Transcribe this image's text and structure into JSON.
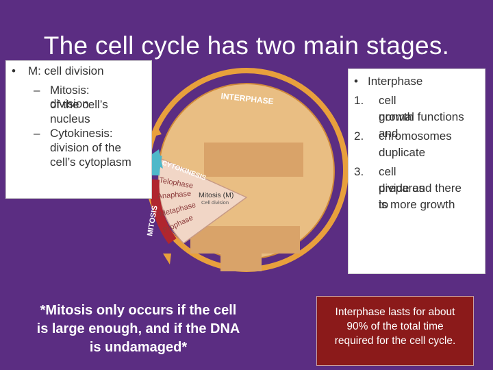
{
  "title": "The cell cycle has two main stages.",
  "left_box": {
    "bullet_symbol": "•",
    "heading": "M: cell division",
    "items": [
      {
        "dash": "–",
        "lines": [
          "Mitosis: division",
          "of the cell’s",
          "nucleus"
        ]
      },
      {
        "dash": "–",
        "lines": [
          "Cytokinesis:",
          "division of the",
          "cell’s cytoplasm"
        ]
      }
    ]
  },
  "diagram": {
    "interphase_label": "INTERPHASE",
    "mitosis_label": "MITOSIS",
    "cytokinesis_label": "CYTOKINESIS",
    "phases": [
      "Telophase",
      "Anaphase",
      "Metaphase",
      "Prophase"
    ],
    "mitosis_m_label": "Mitosis (M)",
    "cell_division_label": "Cell division",
    "colors": {
      "circle_fill": "#e9be83",
      "ring": "#e8a03c",
      "mitosis_wedge": "#f1d6c6",
      "mitosis_band": "#b0262e",
      "cytokinesis_band": "#4fb8c9",
      "inner_patch": "#d9a369"
    }
  },
  "right_box": {
    "bullet_symbol": "•",
    "heading": "Interphase",
    "items": [
      {
        "num": "1.",
        "lines": [
          "cell growth and",
          "normal functions"
        ]
      },
      {
        "num": "2.",
        "lines": [
          "chromosomes",
          "duplicate"
        ]
      },
      {
        "num": "3.",
        "lines": [
          "cell prepares to",
          "divide and there",
          "is more growth"
        ]
      }
    ]
  },
  "note": {
    "lines": [
      "*Mitosis only occurs if the cell",
      "is large enough, and if the DNA",
      "is undamaged*"
    ]
  },
  "note_box": {
    "lines": [
      "Interphase lasts for about",
      "90% of the total time",
      "required for the cell cycle."
    ]
  }
}
